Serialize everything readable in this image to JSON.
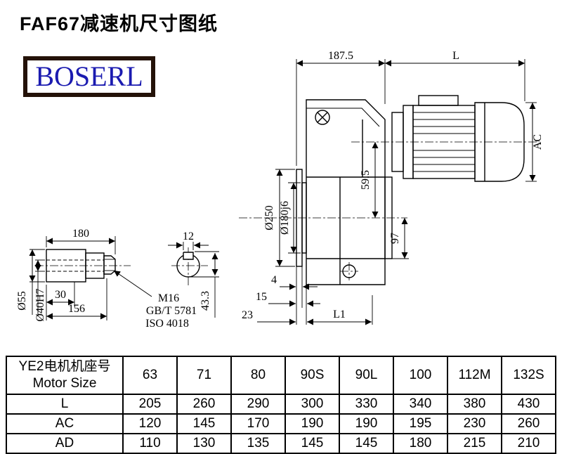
{
  "page": {
    "title": "FAF67减速机尺寸图纸",
    "logo": "BOSERL"
  },
  "drawing": {
    "width_187_5": "187.5",
    "motor_len_L": "L",
    "motor_ac": "AC",
    "flange_d": "Ø250",
    "spigot_d": "Ø180j6",
    "axis_offset": "59.5",
    "dim_97": "97",
    "dim_4": "4",
    "dim_15": "15",
    "dim_23": "23",
    "dim_l1": "L1",
    "shaft_len": "180",
    "key_w": "12",
    "shaft_d": "Ø55",
    "bore_d": "Ø40H7",
    "dim_30": "30",
    "dim_156": "156",
    "thread": "M16",
    "std1": "GB/T 5781",
    "std2": "ISO 4018",
    "key_depth": "43.3"
  },
  "table": {
    "header": {
      "line1": "YE2电机机座号",
      "line2": "Motor Size"
    },
    "columns": [
      "63",
      "71",
      "80",
      "90S",
      "90L",
      "100",
      "112M",
      "132S"
    ],
    "rows": [
      {
        "label": "L",
        "values": [
          "205",
          "260",
          "290",
          "300",
          "330",
          "340",
          "380",
          "430"
        ]
      },
      {
        "label": "AC",
        "values": [
          "120",
          "145",
          "170",
          "190",
          "190",
          "195",
          "230",
          "260"
        ]
      },
      {
        "label": "AD",
        "values": [
          "110",
          "130",
          "135",
          "145",
          "145",
          "180",
          "215",
          "210"
        ]
      }
    ]
  }
}
